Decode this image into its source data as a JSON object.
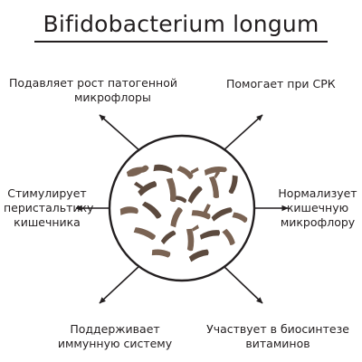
{
  "title": "Bifidobacterium longum",
  "effects": {
    "top_left": [
      "Подавляет рост патогенной",
      "микрофлоры"
    ],
    "top_right": [
      "Помогает при СРК"
    ],
    "mid_left": [
      "Стимулирует",
      "перистальтику",
      "кишечника"
    ],
    "mid_right": [
      "Нормализует",
      "кишечную",
      "микрофлору"
    ],
    "bottom_left": [
      "Поддерживает",
      "иммунную систему"
    ],
    "bottom_right": [
      "Участвует в биосинтезе",
      "витаминов"
    ]
  },
  "colors": {
    "text": "#231f20",
    "bacteria": "#7a6353",
    "bacteria_dark": "#5c4a3e",
    "circle_stroke": "#231f20"
  }
}
